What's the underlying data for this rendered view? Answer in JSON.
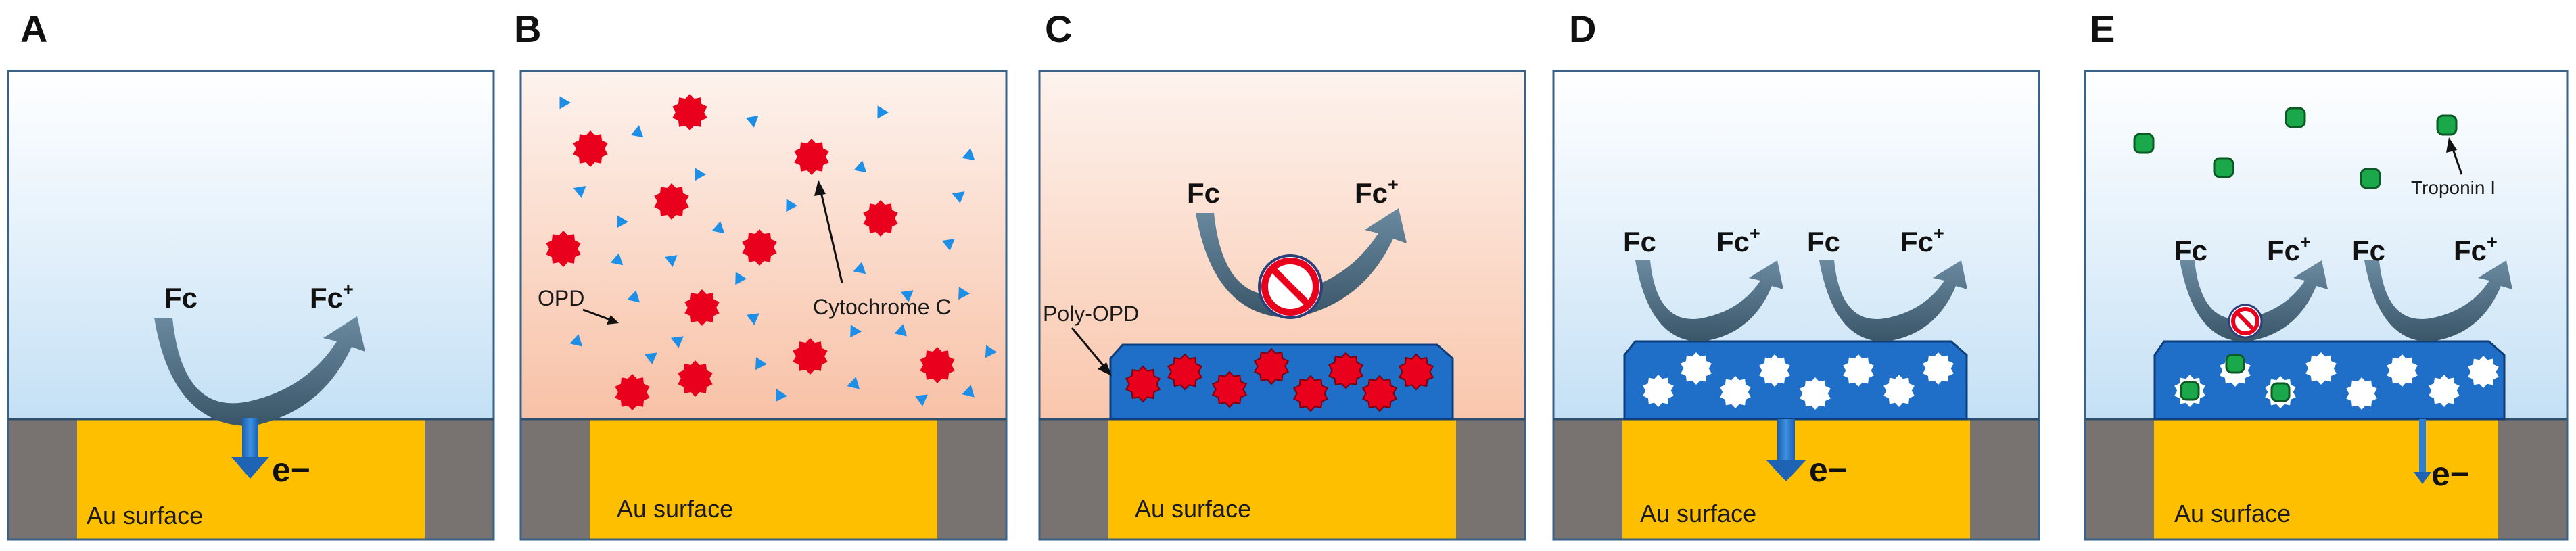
{
  "figure": {
    "panels": [
      {
        "letter": "A",
        "fc": "Fc",
        "fc_plus": "Fc",
        "fc_plus_sup": "+",
        "electron": "e−",
        "electrode": "Au surface"
      },
      {
        "letter": "B",
        "electrode": "Au surface",
        "opd_label": "OPD",
        "cytochrome_label": "Cytochrome C"
      },
      {
        "letter": "C",
        "fc": "Fc",
        "fc_plus": "Fc",
        "fc_plus_sup": "+",
        "polymer_label": "Poly-OPD",
        "electrode": "Au surface"
      },
      {
        "letter": "D",
        "fc_left": "Fc",
        "fc_plus_left": "Fc",
        "fc_plus_left_sup": "+",
        "fc_right": "Fc",
        "fc_plus_right": "Fc",
        "fc_plus_right_sup": "+",
        "electron": "e−",
        "electrode": "Au surface"
      },
      {
        "letter": "E",
        "fc_left": "Fc",
        "fc_plus_left": "Fc",
        "fc_plus_left_sup": "+",
        "fc_right": "Fc",
        "fc_plus_right": "Fc",
        "fc_plus_right_sup": "+",
        "troponin_label": "Troponin I",
        "electron": "e−",
        "electrode": "Au surface"
      }
    ],
    "colors": {
      "gold": "#fdbf00",
      "insulator": "#787370",
      "polymer": "#1f6fc8",
      "cytochrome": "#e8001c",
      "opd": "#1e8fe6",
      "troponin": "#1aa84a",
      "arrow": "#3f5a70",
      "blue_sky": "#c9e3f6",
      "peach": "#f8c1a6"
    }
  }
}
